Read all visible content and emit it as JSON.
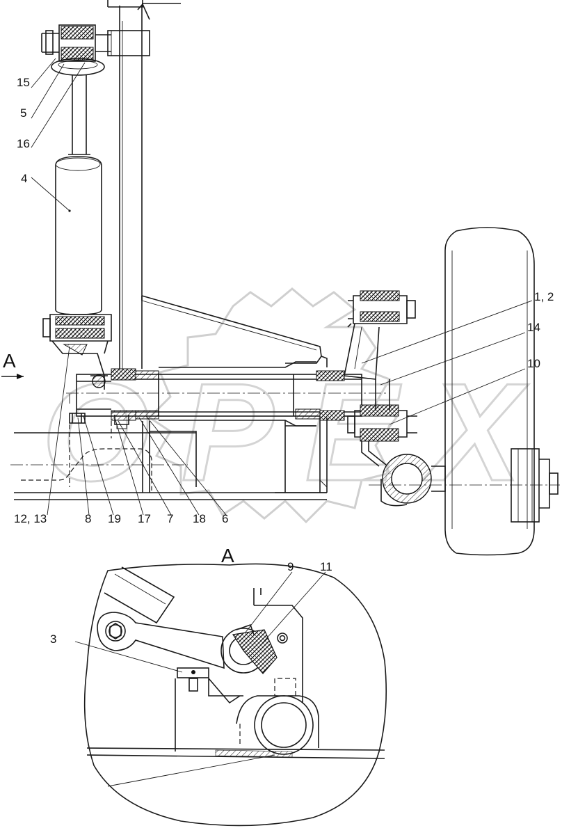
{
  "drawing": {
    "view_marker": "A",
    "view_title": "A",
    "callouts": {
      "c15": "15",
      "c5": "5",
      "c16": "16",
      "c4": "4",
      "c12_13": "12, 13",
      "c8": "8",
      "c19": "19",
      "c17": "17",
      "c7": "7",
      "c18": "18",
      "c6": "6",
      "c1_2": "1, 2",
      "c14": "14",
      "c10": "10",
      "c9": "9",
      "c11": "11",
      "c3": "3"
    },
    "watermark": "OPEX"
  }
}
